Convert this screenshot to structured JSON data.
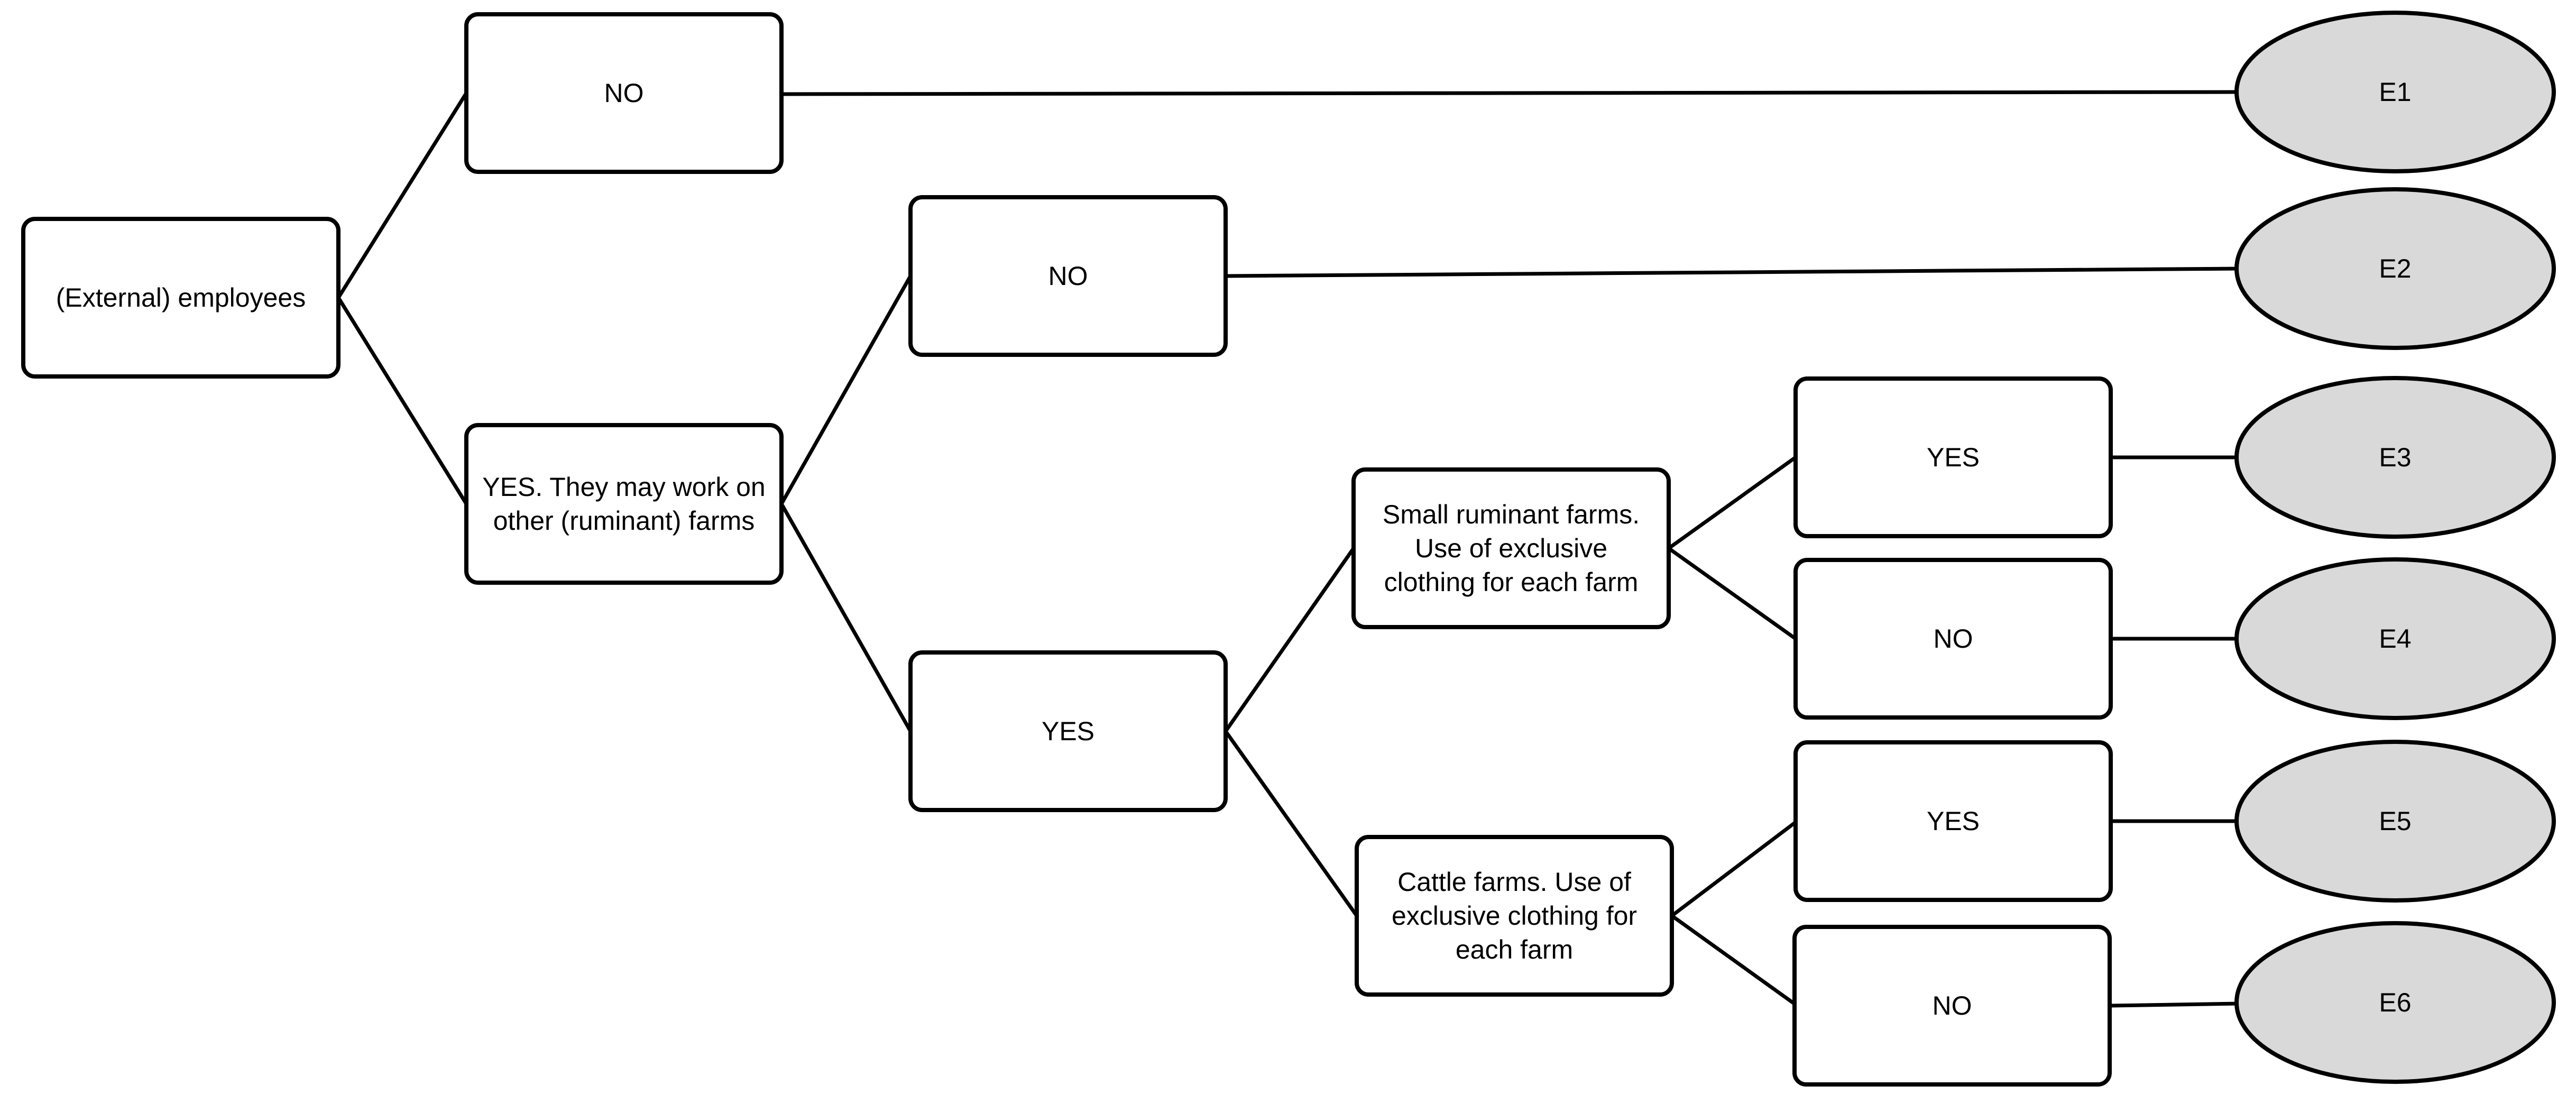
{
  "colors": {
    "box_fill": "#ffffff",
    "stroke": "#000000",
    "end_fill": "#d9d9d9"
  },
  "nodes": {
    "root": {
      "lines": [
        "(External) employees"
      ]
    },
    "n_no1": {
      "lines": [
        "NO"
      ]
    },
    "n_yes_work": {
      "lines": [
        "YES. They may work on",
        "other (ruminant) farms"
      ]
    },
    "n_no2": {
      "lines": [
        "NO"
      ]
    },
    "n_yes2": {
      "lines": [
        "YES"
      ]
    },
    "n_small": {
      "lines": [
        "Small ruminant farms.",
        "Use of exclusive",
        "clothing for each farm"
      ]
    },
    "n_cattle": {
      "lines": [
        "Cattle farms. Use of",
        "exclusive clothing for",
        "each farm"
      ]
    },
    "n_yes3": {
      "lines": [
        "YES"
      ]
    },
    "n_no4": {
      "lines": [
        "NO"
      ]
    },
    "n_yes5": {
      "lines": [
        "YES"
      ]
    },
    "n_no6": {
      "lines": [
        "NO"
      ]
    },
    "e1": {
      "lines": [
        "E1"
      ]
    },
    "e2": {
      "lines": [
        "E2"
      ]
    },
    "e3": {
      "lines": [
        "E3"
      ]
    },
    "e4": {
      "lines": [
        "E4"
      ]
    },
    "e5": {
      "lines": [
        "E5"
      ]
    },
    "e6": {
      "lines": [
        "E6"
      ]
    }
  }
}
